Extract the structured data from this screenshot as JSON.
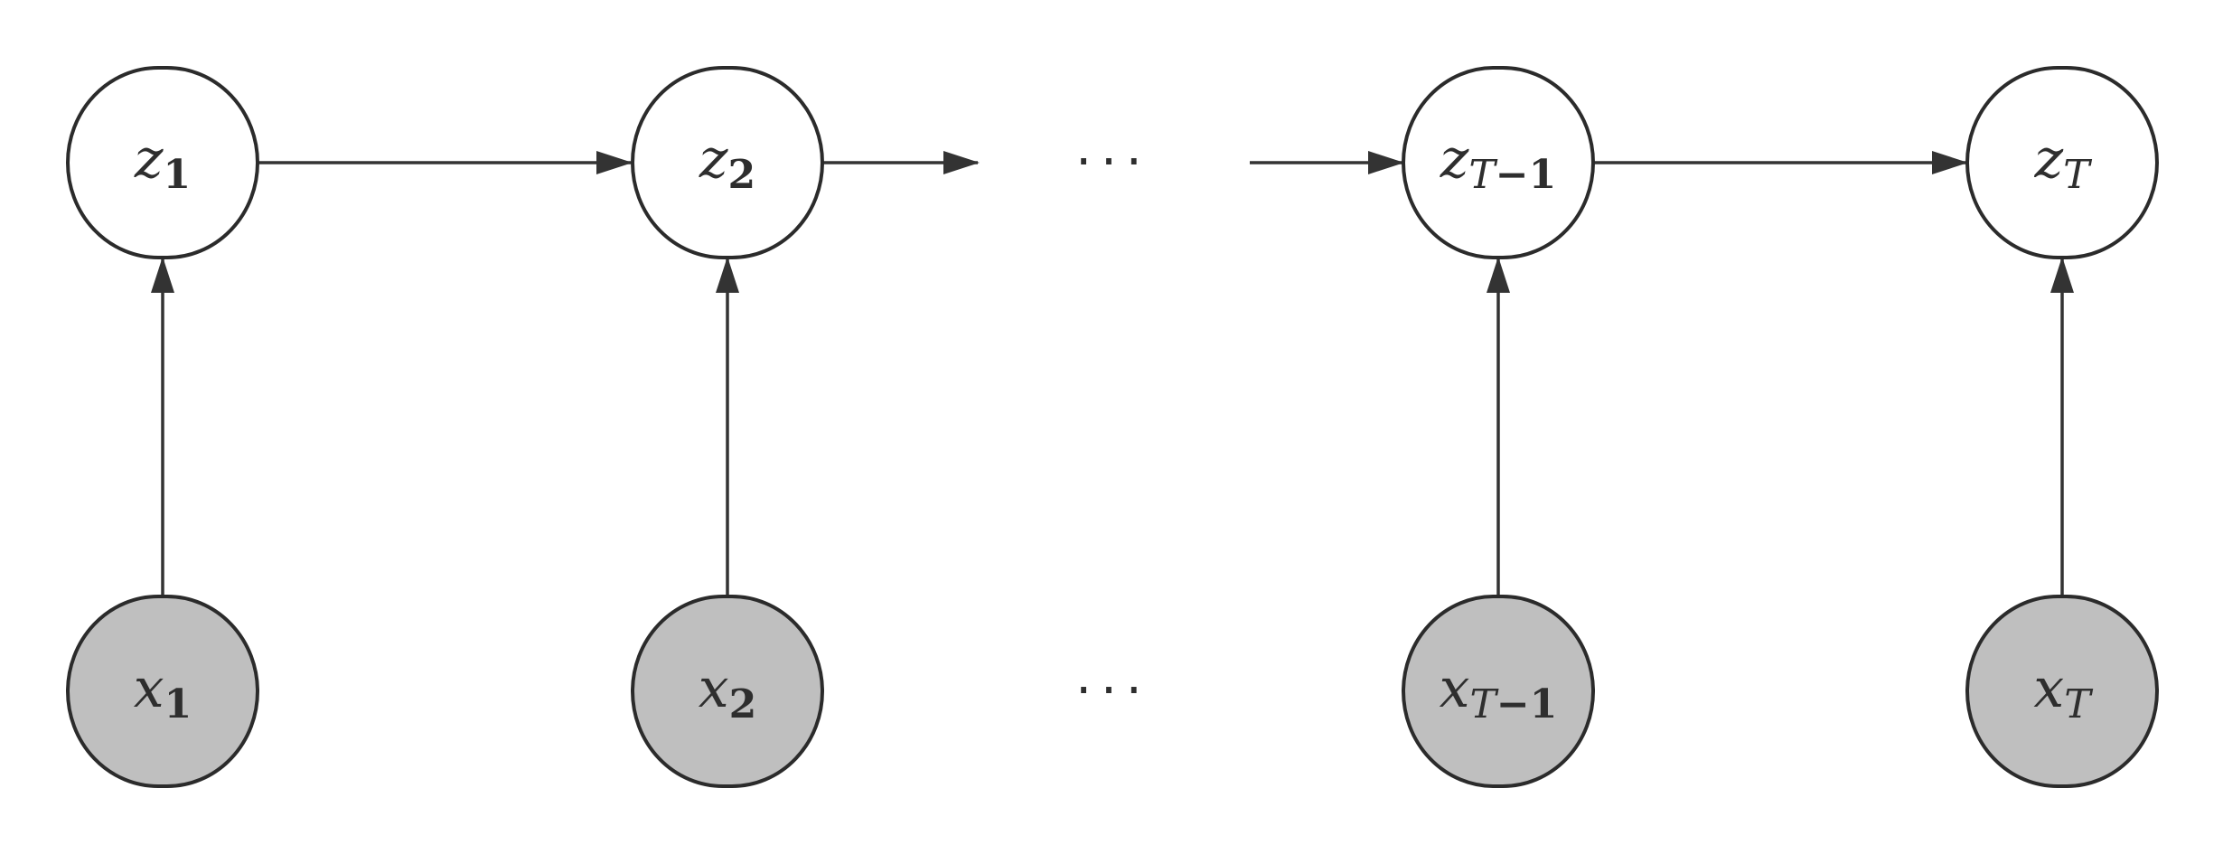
{
  "diagram": {
    "latent_nodes": [
      {
        "id": "z1",
        "base": "z",
        "sub": "1",
        "sub_style": "bold"
      },
      {
        "id": "z2",
        "base": "z",
        "sub": "2",
        "sub_style": "bold"
      },
      {
        "id": "zT-1",
        "base": "z",
        "sub_italic": "T",
        "sub": "−1",
        "sub_style": "bold"
      },
      {
        "id": "zT",
        "base": "z",
        "sub_italic": "T",
        "sub": "",
        "sub_style": "italic"
      }
    ],
    "observed_nodes": [
      {
        "id": "x1",
        "base": "x",
        "sub": "1",
        "sub_style": "bold"
      },
      {
        "id": "x2",
        "base": "x",
        "sub": "2",
        "sub_style": "bold"
      },
      {
        "id": "xT-1",
        "base": "x",
        "sub_italic": "T",
        "sub": "−1",
        "sub_style": "bold"
      },
      {
        "id": "xT",
        "base": "x",
        "sub_italic": "T",
        "sub": "",
        "sub_style": "italic"
      }
    ],
    "ellipsis_top": "···",
    "ellipsis_bottom": "···",
    "colors": {
      "latent_fill": "#ffffff",
      "observed_fill": "#bfbfbf",
      "stroke": "#2b2b2b"
    }
  }
}
